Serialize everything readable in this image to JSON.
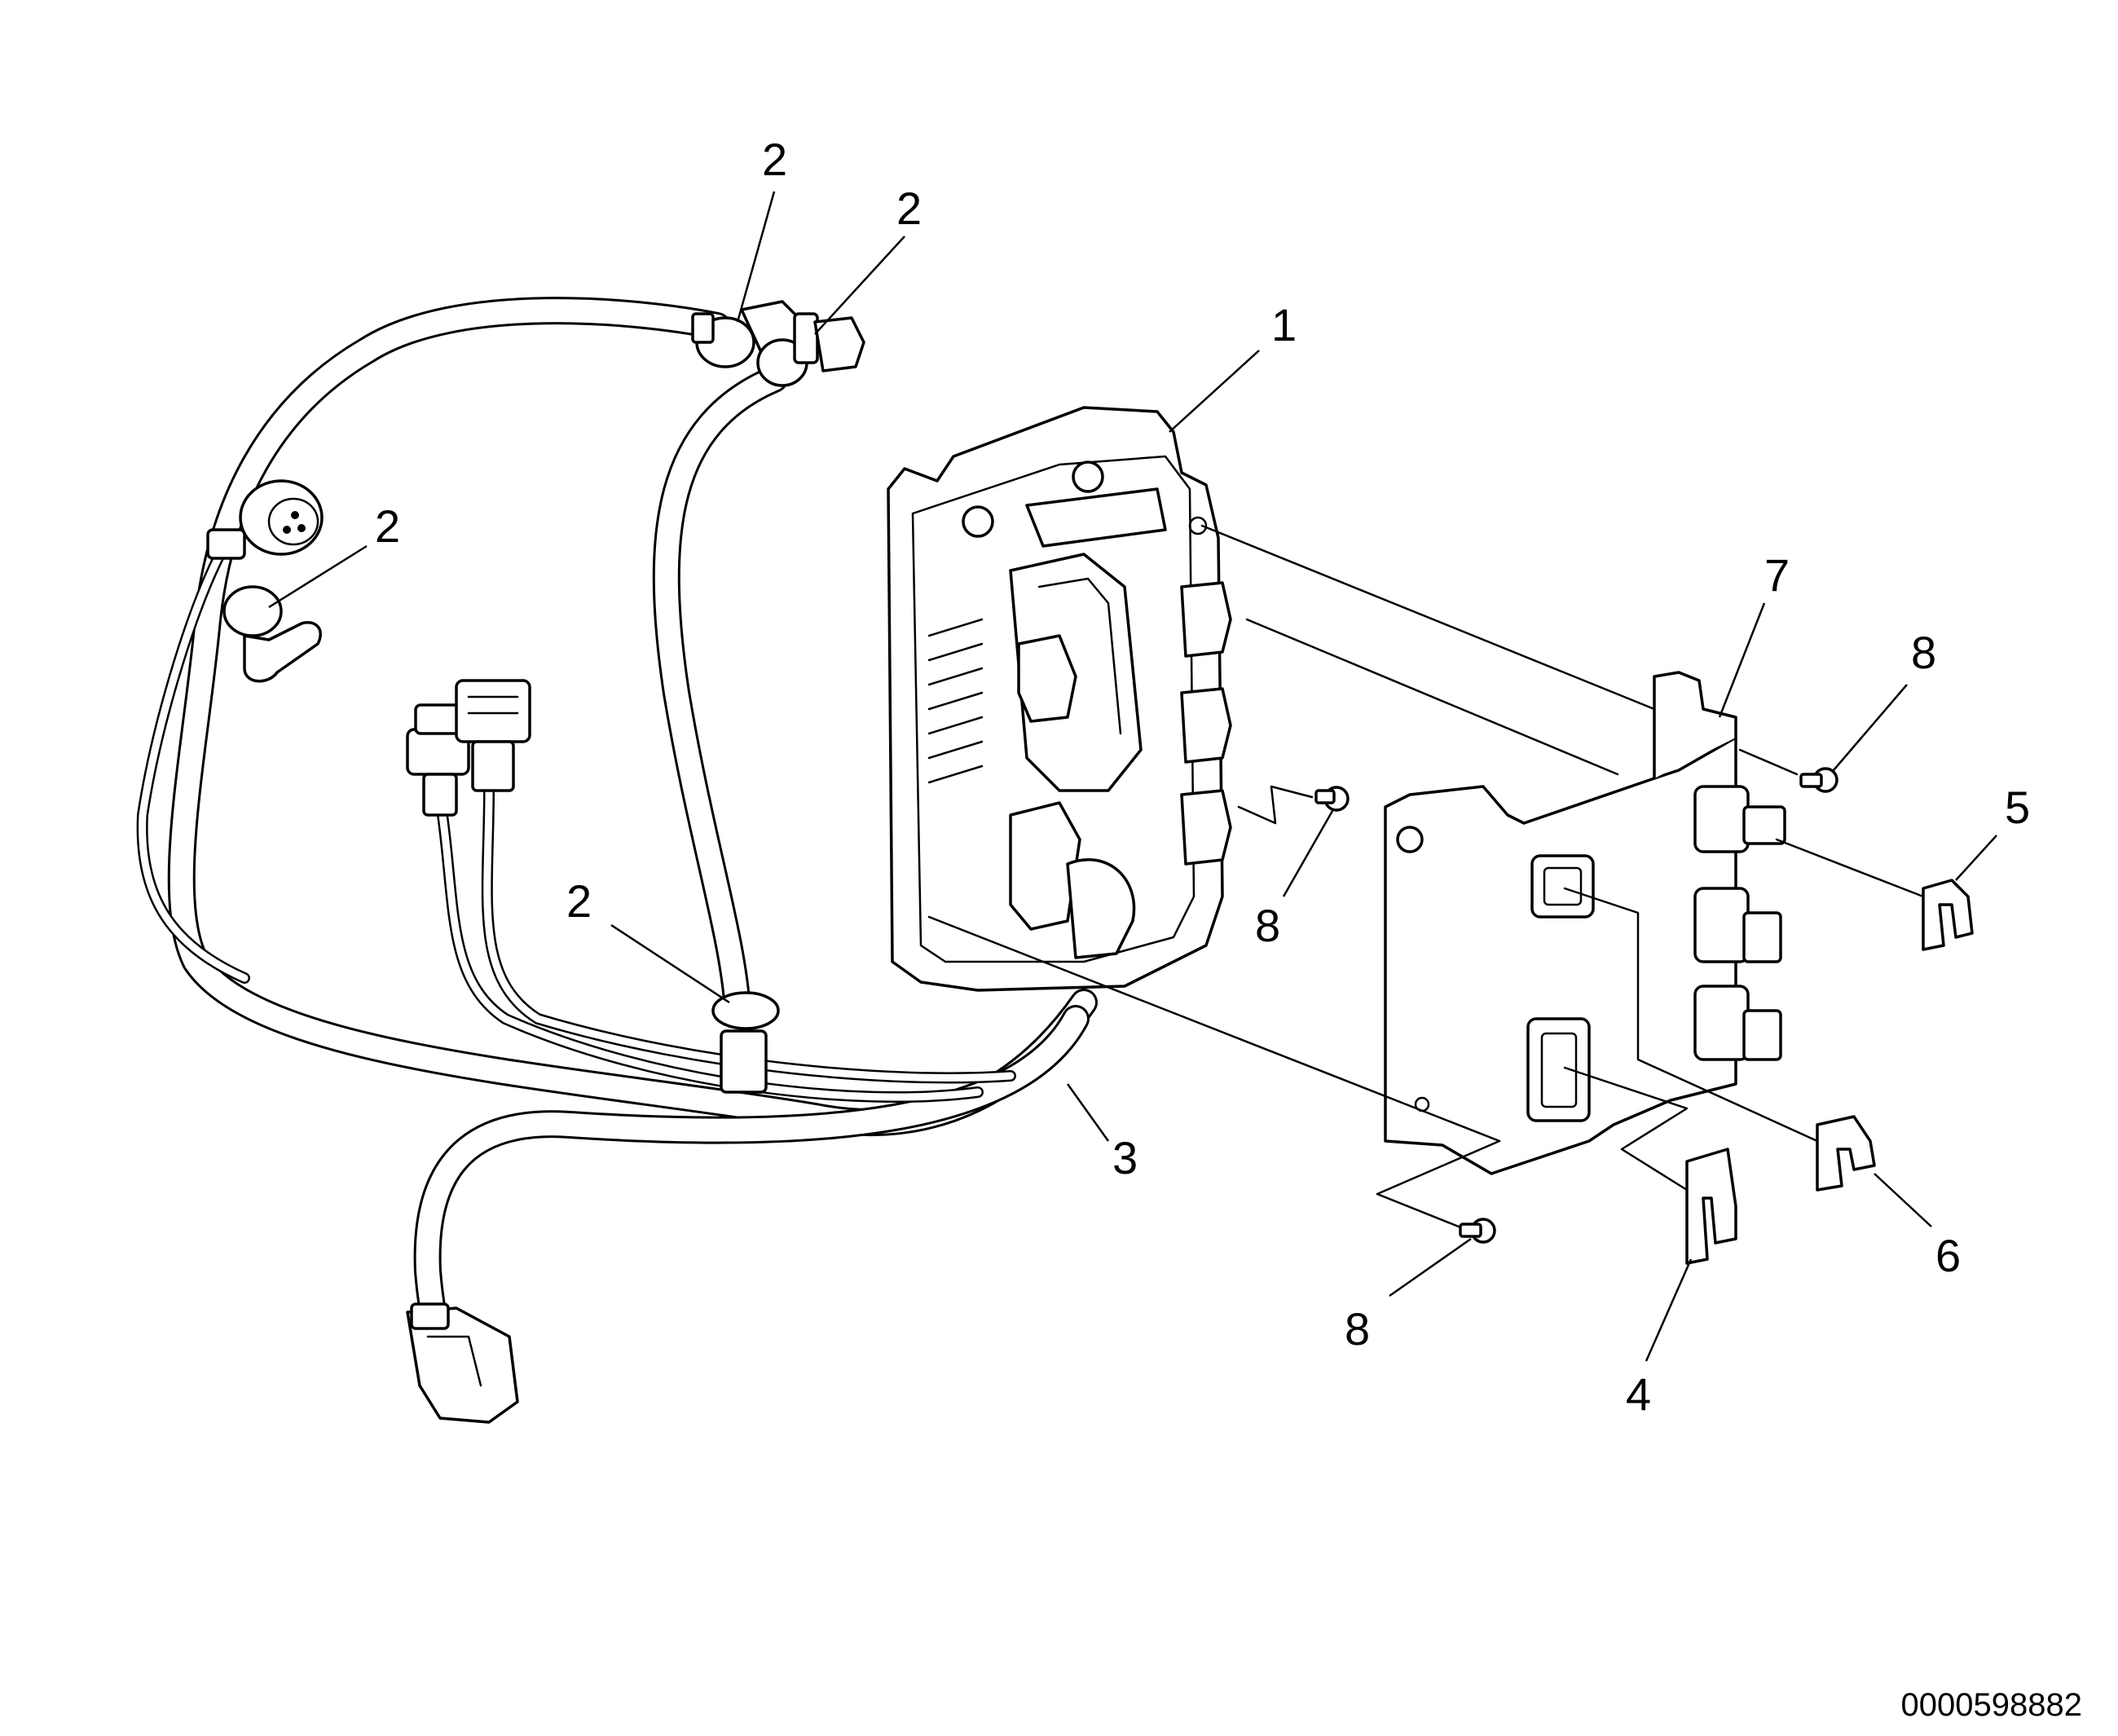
{
  "callouts": [
    {
      "id": "c1",
      "label": "1"
    },
    {
      "id": "c2a",
      "label": "2"
    },
    {
      "id": "c2b",
      "label": "2"
    },
    {
      "id": "c2c",
      "label": "2"
    },
    {
      "id": "c2d",
      "label": "2"
    },
    {
      "id": "c3",
      "label": "3"
    },
    {
      "id": "c4",
      "label": "4"
    },
    {
      "id": "c5",
      "label": "5"
    },
    {
      "id": "c6",
      "label": "6"
    },
    {
      "id": "c7",
      "label": "7"
    },
    {
      "id": "c8a",
      "label": "8"
    },
    {
      "id": "c8b",
      "label": "8"
    },
    {
      "id": "c8c",
      "label": "8"
    }
  ],
  "reference_number": "0000598882"
}
